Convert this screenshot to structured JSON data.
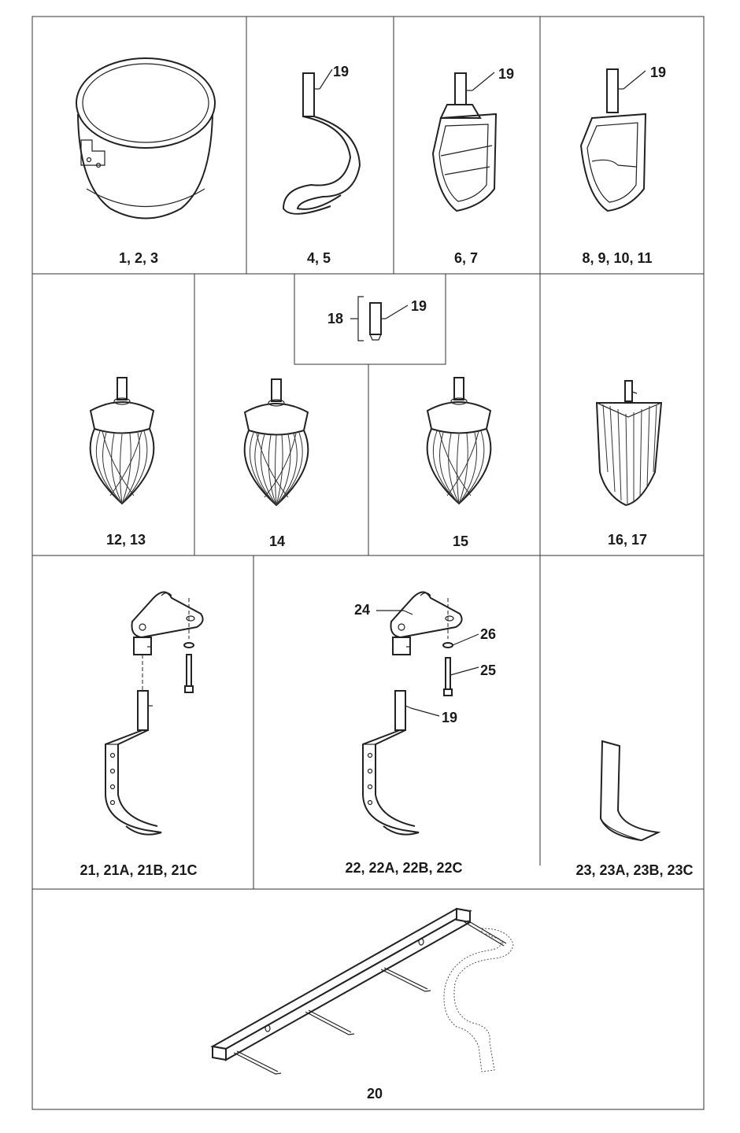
{
  "panels": {
    "bowl": "1, 2, 3",
    "dough_hook": "4, 5",
    "flat_beater_a": "6, 7",
    "flat_beater_b": "8, 9, 10, 11",
    "whip_a": "12, 13",
    "whip_b": "14",
    "whip_c": "15",
    "sweet_beater": "16, 17",
    "scraper_assembly": "21, 21A, 21B, 21C",
    "scraper_assembly_exploded": "22, 22A, 22B, 22C",
    "scraper_blade": "23, 23A, 23B, 23C",
    "tool_rack": "20"
  },
  "callouts": {
    "pin": "19",
    "shaft": "18",
    "bracket": "24",
    "bolt": "25",
    "washer": "26"
  }
}
